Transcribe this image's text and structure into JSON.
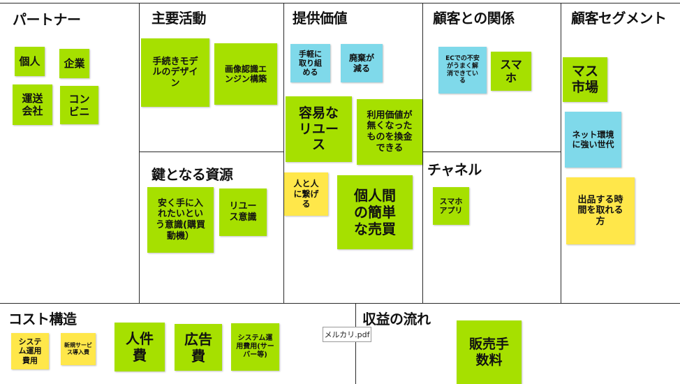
{
  "headers": {
    "partners": "パートナー",
    "activities": "主要活動",
    "value": "提供価値",
    "relationships": "顧客との関係",
    "segments": "顧客セグメント",
    "resources": "鍵となる資源",
    "channels": "チャネル",
    "cost": "コスト構造",
    "revenue": "収益の流れ"
  },
  "notes": {
    "kojin": "個人",
    "kigyou": "企業",
    "unsou": "運送\n会社",
    "konbini": "コン\nビニ",
    "tetsuzuki": "手続きモデ\nルのデザイ\nン",
    "gazou": "画像認識エ\nンジン構築",
    "yasuku": "安く手に入\nれたいとい\nう意識(購買\n動機）",
    "reuse_ishiki": "リユー\nス意識",
    "tegaru": "手軽に\n取り組\nめる",
    "haiki": "廃棄が\n減る",
    "youi": "容易な\nリユー\nス",
    "riyou": "利用価値が\n無くなった\nものを換金\nできる",
    "hitotohito": "人と人\nに繋げ\nる",
    "kojinkan": "個人間\nの簡単\nな売買",
    "ec": "ECでの不安\nがうまく解\n消できてい\nる",
    "sumaho": "スマ\nホ",
    "app": "スマホ\nアプリ",
    "masu": "マス\n市場",
    "net": "ネット環境\nに強い世代",
    "shuppin": "出品する時\n間を取れる\n方",
    "system_cost": "システ\nム運用\n費用",
    "shinki": "新規サービ\nス導入費",
    "jinken": "人件\n費",
    "koukoku": "広告\n費",
    "server": "システム運\n用費用(サー\nバー等)",
    "hanbai": "販売手\n数料"
  },
  "file": {
    "name": "メルカリ.pdf",
    "icon": "pdf-file-icon"
  },
  "colors": {
    "green": "#a6e000",
    "blue": "#7fd9ea",
    "yellow": "#ffe74a"
  }
}
